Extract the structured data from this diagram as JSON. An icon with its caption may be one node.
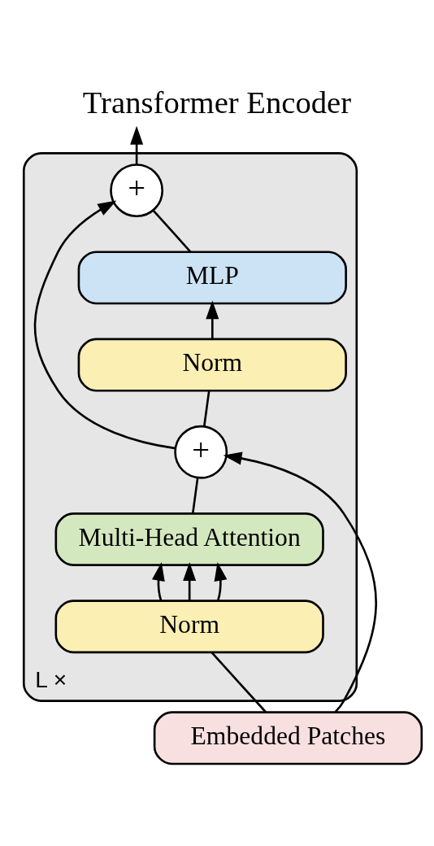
{
  "diagram": {
    "title": "Transformer Encoder",
    "nodes": [
      {
        "text": [
          "L ×"
        ]
      },
      {
        "text": [
          "+"
        ],
        "in": 0
      },
      {
        "text": [
          "MLP"
        ],
        "in": 0
      },
      {
        "text": [
          "Norm"
        ],
        "in": 0
      },
      {
        "text": [
          "+"
        ],
        "in": 0
      },
      {
        "text": [
          "Multi-Head Attention"
        ],
        "in": 0
      },
      {
        "text": [
          "Norm"
        ],
        "in": 0
      },
      {
        "text": [
          "Embedded Patches"
        ]
      }
    ],
    "edges": [
      {
        "from": 7,
        "to": 6,
        "arrow": "none"
      },
      {
        "from": 7,
        "to": 4,
        "arrow": "to"
      },
      {
        "from": 6,
        "to": 5,
        "arrow": "to"
      },
      {
        "from": 6,
        "to": 5,
        "arrow": "to"
      },
      {
        "from": 6,
        "to": 5,
        "arrow": "to"
      },
      {
        "from": 5,
        "to": 4,
        "arrow": "none"
      },
      {
        "from": 4,
        "to": 3,
        "arrow": "none"
      },
      {
        "from": 4,
        "to": 1,
        "arrow": "to"
      },
      {
        "from": 3,
        "to": 2,
        "arrow": "to"
      },
      {
        "from": 2,
        "to": 1,
        "arrow": "none"
      },
      {
        "from": 1,
        "to": null,
        "arrow": "to"
      }
    ]
  }
}
